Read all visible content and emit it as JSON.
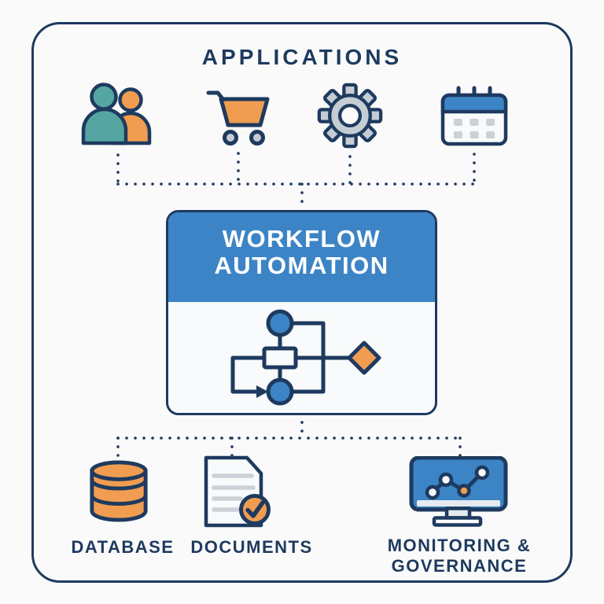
{
  "title": "APPLICATIONS",
  "colors": {
    "navy": "#1e3a5f",
    "blue": "#3c84c5",
    "teal": "#55a5a3",
    "orange": "#f09d51",
    "gray": "#c6ccd4",
    "light_gray": "#ccd1d8",
    "surface": "#f8fafb",
    "chin": "#e6eaee",
    "background": "#fafafa"
  },
  "applications": {
    "icons": [
      "users",
      "shopping-cart",
      "gear",
      "calendar"
    ]
  },
  "workflow_box": {
    "label": "WORKFLOW AUTOMATION",
    "label_lines": [
      "WORKFLOW",
      "AUTOMATION"
    ],
    "flowchart_shapes": [
      "start-circle",
      "process-rectangle",
      "end-circle",
      "decision-diamond"
    ]
  },
  "outputs": [
    {
      "label": "DATABASE",
      "icon": "database"
    },
    {
      "label": "DOCUMENTS",
      "icon": "document-check"
    },
    {
      "label": "MONITORING & GOVERNANCE",
      "label_lines": [
        "MONITORING &",
        "GOVERNANCE"
      ],
      "icon": "monitoring-dashboard"
    }
  ]
}
